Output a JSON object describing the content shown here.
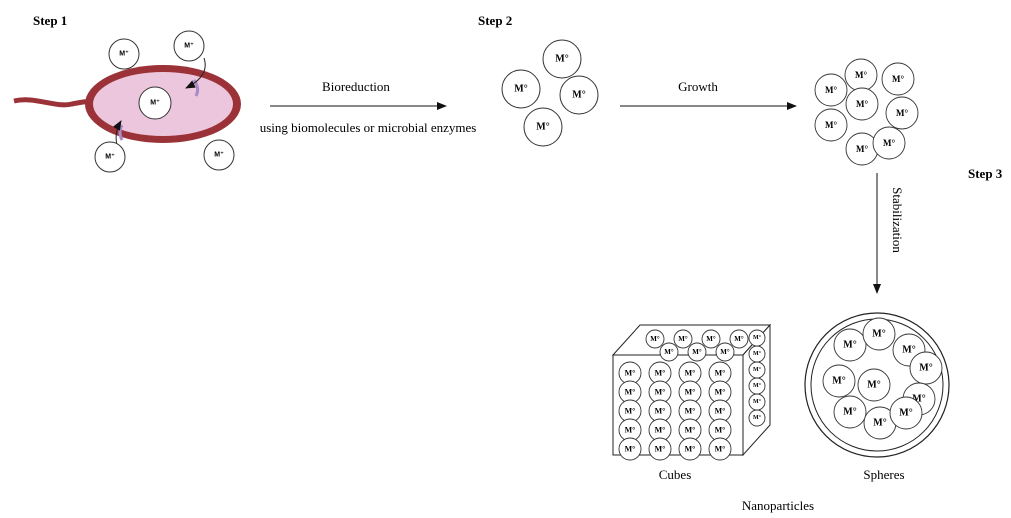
{
  "steps": {
    "step1": "Step 1",
    "step2": "Step 2",
    "step3": "Step 3"
  },
  "arrows": {
    "bioreduction": "Bioreduction",
    "bioreduction_sub": "using biomolecules or microbial enzymes",
    "growth": "Growth",
    "stabilization": "Stabilization"
  },
  "ions": {
    "ion": "M⁺",
    "atom": "M°"
  },
  "shapes": {
    "cubes": "Cubes",
    "spheres": "Spheres",
    "caption": "Nanoparticles"
  },
  "colors": {
    "cell_wall": "#a43a3f",
    "cytoplasm": "#ecc6dd",
    "flagellum": "#9b3238",
    "ink": "#111111"
  }
}
